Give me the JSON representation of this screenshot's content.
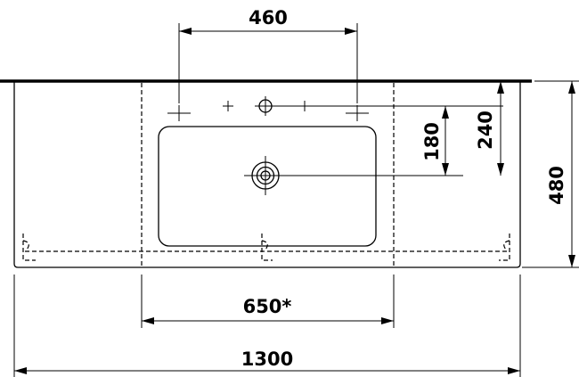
{
  "drawing": {
    "dimensions": {
      "tap_hole_spacing": "460",
      "overall_width": "1300",
      "cabinet_width": "650*",
      "depth": "480",
      "tap_to_waste": "240",
      "edge_to_waste": "180"
    }
  }
}
